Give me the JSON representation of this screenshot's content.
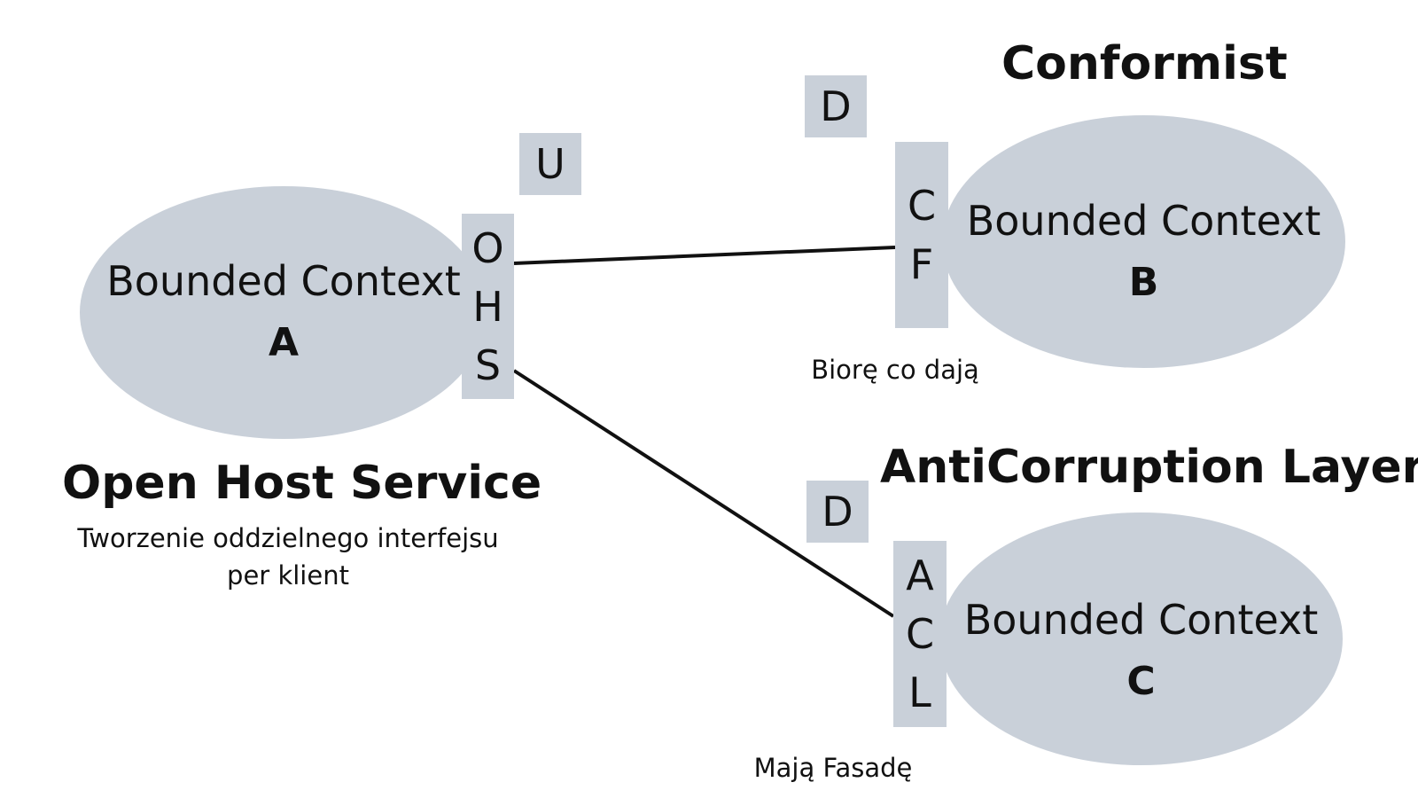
{
  "colors": {
    "shape": "#c9d0d9",
    "line": "#111111",
    "text": "#111111"
  },
  "contexts": [
    {
      "name": "Bounded Context",
      "letter": "A"
    },
    {
      "name": "Bounded Context",
      "letter": "B"
    },
    {
      "name": "Bounded Context",
      "letter": "C"
    }
  ],
  "ohs": {
    "role": "U",
    "letters": [
      "O",
      "H",
      "S"
    ],
    "title": "Open Host Service",
    "caption_line1": "Tworzenie oddzielnego interfejsu",
    "caption_line2": "per klient"
  },
  "conformist": {
    "role": "D",
    "letters": [
      "C",
      "F"
    ],
    "title": "Conformist",
    "caption": "Biorę co dają"
  },
  "acl": {
    "role": "D",
    "letters": [
      "A",
      "C",
      "L"
    ],
    "title": "AntiCorruption Layer",
    "caption": "Mają Fasadę"
  }
}
